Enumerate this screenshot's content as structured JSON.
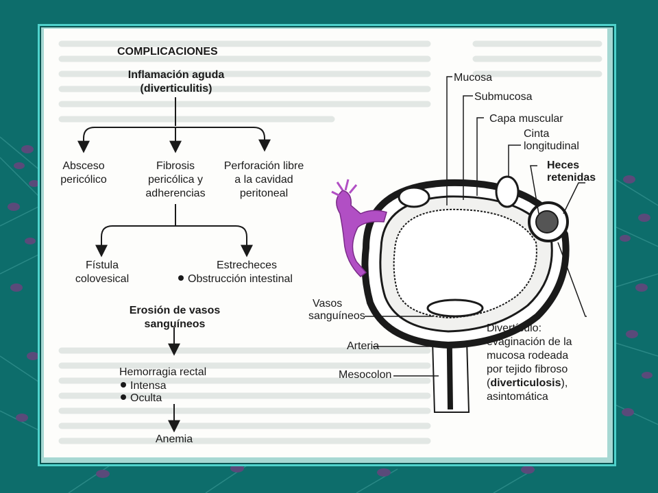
{
  "flowchart": {
    "heading": "COMPLICACIONES",
    "acute_title_line1": "Inflamación aguda",
    "acute_title_line2": "(diverticulitis)",
    "absceso_line1": "Absceso",
    "absceso_line2": "pericólico",
    "fibrosis_line1": "Fibrosis",
    "fibrosis_line2": "pericólica y",
    "fibrosis_line3": "adherencias",
    "perforacion_line1": "Perforación libre",
    "perforacion_line2": "a la cavidad",
    "perforacion_line3": "peritoneal",
    "fistula_line1": "Fístula",
    "fistula_line2": "colovesical",
    "estrecheces": "Estrecheces",
    "obstruccion": "Obstrucción intestinal",
    "erosion_line1": "Erosión de vasos",
    "erosion_line2": "sanguíneos",
    "hemorragia": "Hemorragia rectal",
    "intensa": "Intensa",
    "oculta": "Oculta",
    "anemia": "Anemia"
  },
  "anatomy": {
    "mucosa": "Mucosa",
    "submucosa": "Submucosa",
    "capa_muscular": "Capa muscular",
    "cinta_line1": "Cinta",
    "cinta_line2": "longitudinal",
    "heces_line1": "Heces",
    "heces_line2": "retenidas",
    "vasos_line1": "Vasos",
    "vasos_line2": "sanguíneos",
    "arteria": "Arteria",
    "mesocolon": "Mesocolon",
    "diverticulo_line1": "Divertículo:",
    "diverticulo_line2": "evaginación de la",
    "diverticulo_line3": "mucosa rodeada",
    "diverticulo_line4": "por tejido fibroso",
    "diverticulo_line5_bold": "diverticulosis",
    "diverticulo_line5_end": "),",
    "diverticulo_line5_open": "(",
    "diverticulo_line6": "asintomática"
  },
  "colors": {
    "background": "#0d6d6b",
    "frame": "#4fd2cc",
    "text": "#1a1a1a",
    "purple_highlight": "#b14fc4"
  }
}
